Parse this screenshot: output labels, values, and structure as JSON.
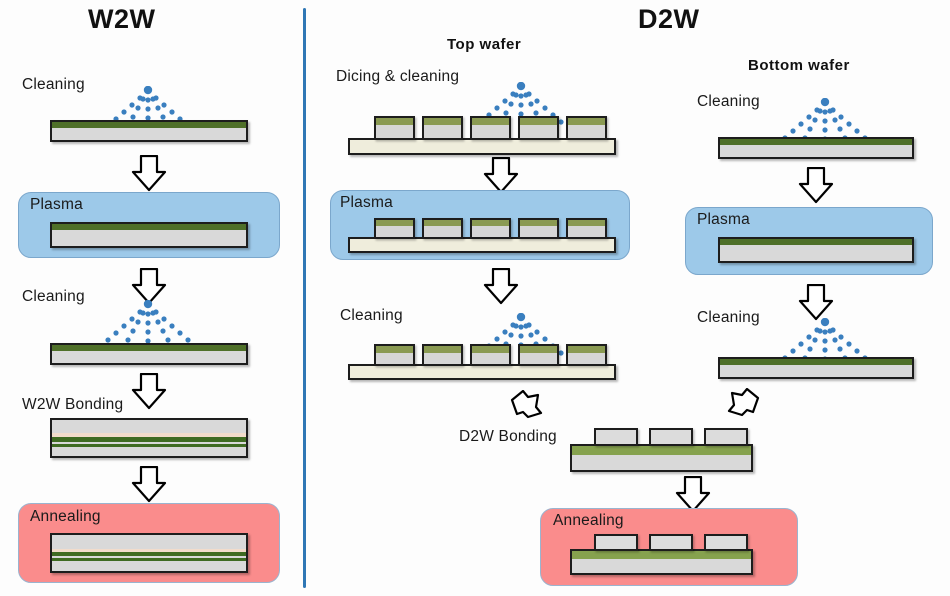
{
  "headings": {
    "w2w": "W2W",
    "d2w": "D2W",
    "top_wafer": "Top wafer",
    "bottom_wafer": "Bottom wafer"
  },
  "w2w_column": {
    "steps": [
      {
        "label": "Cleaning",
        "kind": "spray-wafer"
      },
      {
        "label": "Plasma",
        "kind": "box-plasma"
      },
      {
        "label": "Cleaning",
        "kind": "spray-wafer"
      },
      {
        "label": "W2W Bonding",
        "kind": "bonded-stack"
      },
      {
        "label": "Annealing",
        "kind": "box-anneal"
      }
    ]
  },
  "d2w_top_column": {
    "steps": [
      {
        "label": "Dicing & cleaning",
        "kind": "spray-dies"
      },
      {
        "label": "Plasma",
        "kind": "box-plasma-dies"
      },
      {
        "label": "Cleaning",
        "kind": "spray-dies"
      }
    ]
  },
  "d2w_bottom_column": {
    "steps": [
      {
        "label": "Cleaning",
        "kind": "spray-wafer"
      },
      {
        "label": "Plasma",
        "kind": "box-plasma"
      },
      {
        "label": "Cleaning",
        "kind": "spray-wafer"
      }
    ]
  },
  "d2w_merge": {
    "steps": [
      {
        "label": "D2W Bonding",
        "kind": "dies-on-wafer"
      },
      {
        "label": "Annealing",
        "kind": "box-anneal-dies"
      }
    ]
  },
  "icons": {
    "spray": "spray-nozzle-icon",
    "arrow_down": "arrow-down-icon",
    "arrow_diag_right": "arrow-diagonal-down-right-icon",
    "arrow_diag_left": "arrow-diagonal-down-left-icon"
  },
  "colors": {
    "divider": "#2f77b5",
    "plasma_box": "#9dc9e9",
    "anneal_box": "#fa8c8c",
    "wafer_body": "#d9d9d9",
    "wafer_film": "#4f7029",
    "die_film": "#8a9a52",
    "carrier": "#efeddc",
    "spray_dots": "#3a7fbf"
  }
}
